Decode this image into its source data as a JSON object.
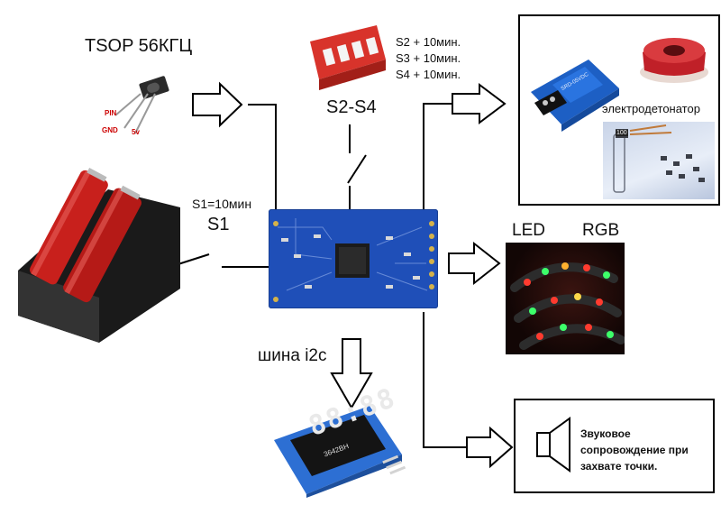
{
  "labels": {
    "tsop": "TSOP 56КГЦ",
    "pin": "PIN",
    "gnd": "GND",
    "v5": "5v",
    "s1_value": "S1=10мин",
    "s1": "S1",
    "s2": "S2 + 10мин.",
    "s3": "S3 + 10мин.",
    "s4": "S4 + 10мин.",
    "s2s4": "S2-S4",
    "detonator": "электродетонатор",
    "led": "LED",
    "rgb": "RGB",
    "i2c": "шина i2c",
    "sound_line1": "Звуковое",
    "sound_line2": "сопровождение при",
    "sound_line3": "захвате точки.",
    "relay_text": "SRD-05VDC",
    "display_digits": "88:88",
    "display_model": "3642BH",
    "resistor": "100"
  },
  "colors": {
    "pcb": "#1f4fb8",
    "battery": "#c8201c",
    "dip": "#d8332b",
    "relay": "#1d5fc4",
    "buzzer": "#c02028"
  }
}
